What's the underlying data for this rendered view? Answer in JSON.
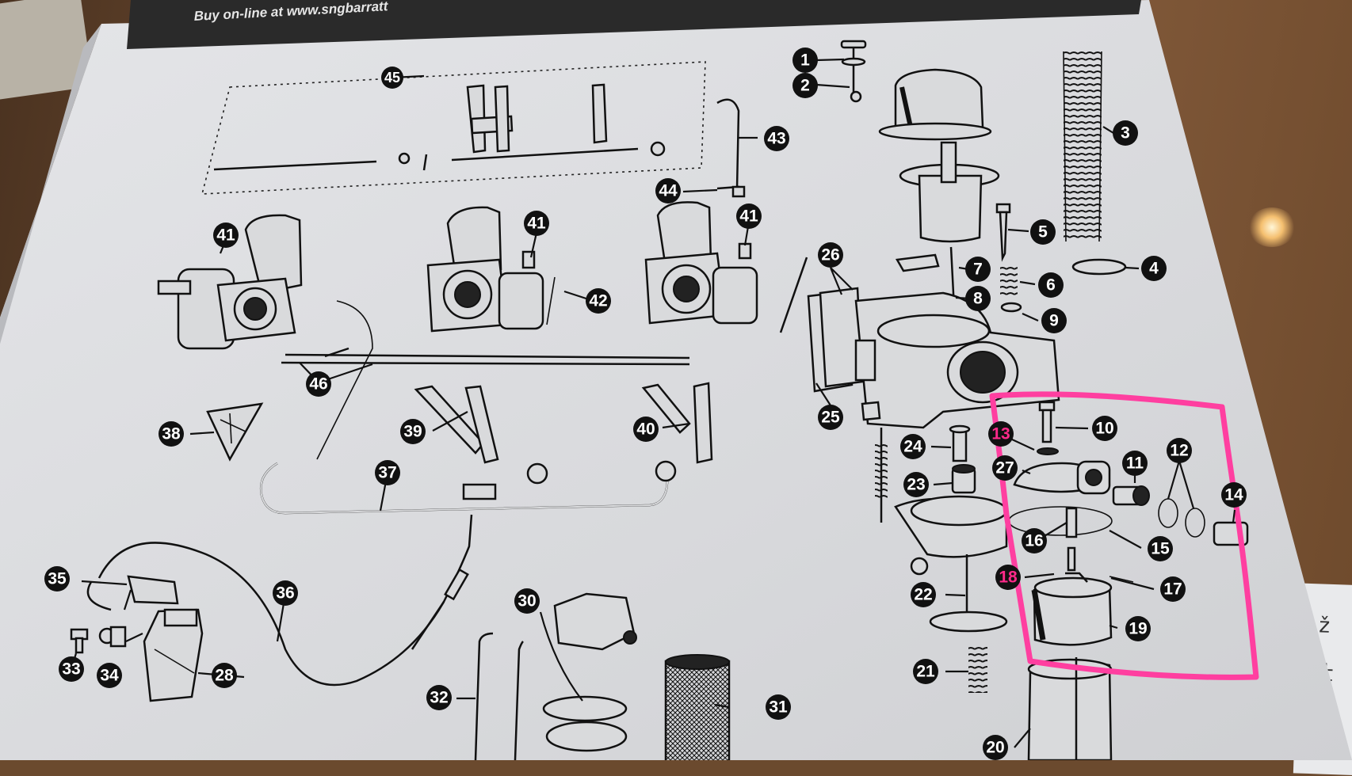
{
  "banner": {
    "text": "Buy on-line at www.sngbarratt"
  },
  "callouts": [
    {
      "label": "1",
      "highlight": false
    },
    {
      "label": "2",
      "highlight": false
    },
    {
      "label": "3",
      "highlight": false
    },
    {
      "label": "4",
      "highlight": false
    },
    {
      "label": "5",
      "highlight": false
    },
    {
      "label": "6",
      "highlight": false
    },
    {
      "label": "7",
      "highlight": false
    },
    {
      "label": "8",
      "highlight": false
    },
    {
      "label": "9",
      "highlight": false
    },
    {
      "label": "10",
      "highlight": false
    },
    {
      "label": "11",
      "highlight": false
    },
    {
      "label": "12",
      "highlight": false
    },
    {
      "label": "13",
      "highlight": true
    },
    {
      "label": "14",
      "highlight": false
    },
    {
      "label": "15",
      "highlight": false
    },
    {
      "label": "16",
      "highlight": false
    },
    {
      "label": "17",
      "highlight": false
    },
    {
      "label": "18",
      "highlight": true
    },
    {
      "label": "19",
      "highlight": false
    },
    {
      "label": "20",
      "highlight": false
    },
    {
      "label": "21",
      "highlight": false
    },
    {
      "label": "22",
      "highlight": false
    },
    {
      "label": "23",
      "highlight": false
    },
    {
      "label": "24",
      "highlight": false
    },
    {
      "label": "25",
      "highlight": false
    },
    {
      "label": "26",
      "highlight": false
    },
    {
      "label": "27",
      "highlight": false
    },
    {
      "label": "28",
      "highlight": false
    },
    {
      "label": "30",
      "highlight": false
    },
    {
      "label": "31",
      "highlight": false
    },
    {
      "label": "32",
      "highlight": false
    },
    {
      "label": "33",
      "highlight": false
    },
    {
      "label": "34",
      "highlight": false
    },
    {
      "label": "35",
      "highlight": false
    },
    {
      "label": "36",
      "highlight": false
    },
    {
      "label": "37",
      "highlight": false
    },
    {
      "label": "38",
      "highlight": false
    },
    {
      "label": "39",
      "highlight": false
    },
    {
      "label": "40",
      "highlight": false
    },
    {
      "label": "41",
      "highlight": false
    },
    {
      "label": "41",
      "highlight": false
    },
    {
      "label": "41",
      "highlight": false
    },
    {
      "label": "42",
      "highlight": false
    },
    {
      "label": "43",
      "highlight": false
    },
    {
      "label": "44",
      "highlight": false
    },
    {
      "label": "45",
      "highlight": false
    },
    {
      "label": "46",
      "highlight": false
    }
  ],
  "colors": {
    "highlight": "#ff3fa0",
    "paper": "#dcdde0",
    "badge": "#111111",
    "banner": "#2a2a2a"
  },
  "right_card": {
    "glyph_top": "ž",
    "glyph_bottom": "仕"
  }
}
